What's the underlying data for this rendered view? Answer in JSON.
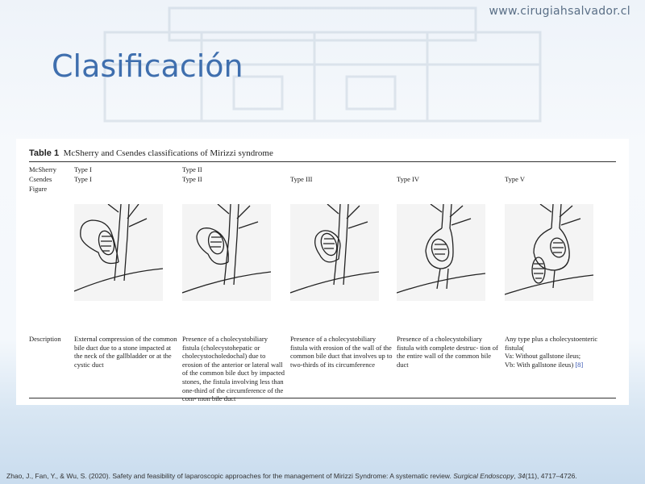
{
  "header": {
    "site_url": "www.cirugiahsalvador.cl",
    "title": "Clasificación"
  },
  "table": {
    "caption_label": "Table 1",
    "caption_text": "McSherry and Csendes classifications of Mirizzi syndrome",
    "row_labels": {
      "mcsherry": "McSherry",
      "csendes": "Csendes",
      "figure": "Figure",
      "description": "Description"
    },
    "columns": [
      {
        "mcsherry": "Type I",
        "csendes": "Type I",
        "description": "External compression of the common bile duct due to a stone impacted at the neck of the gallbladder or at the cystic duct"
      },
      {
        "mcsherry": "Type II",
        "csendes": "Type II",
        "description": "Presence of a cholecystobiliary fistula (cholecystohepatic or cholecystocholedochal) due to erosion of the anterior or lateral wall of the common bile duct by impacted stones, the fistula involving less than one-third of the circumference of the com- mon bile duct"
      },
      {
        "mcsherry": "",
        "csendes": "Type III",
        "description": "Presence of a cholecystobiliary fistula with erosion of the wall of the common bile duct that involves up to two-thirds of its circumference"
      },
      {
        "mcsherry": "",
        "csendes": "Type IV",
        "description": "Presence of a cholecystobiliary fistula with complete destruc- tion of the entire wall of the common bile duct"
      },
      {
        "mcsherry": "",
        "csendes": "Type V",
        "description": "Any type plus a cholecystoenteric fistula(",
        "sub_a": "Va: Without gallstone ileus;",
        "sub_b": "Vb: With gallstone ileus)",
        "ref": "[8]"
      }
    ]
  },
  "citation": {
    "authors": "Zhao, J., Fan, Y., & Wu, S. (2020). Safety and feasibility of laparoscopic approaches for the management of Mirizzi Syndrome: A systematic review.",
    "journal": "Surgical Endoscopy",
    "volume": "34",
    "issue_pages": "(11), 4717–4726."
  },
  "colors": {
    "title": "#3f6fae",
    "url": "#5a6f86",
    "reference_link": "#2f4fb0"
  }
}
